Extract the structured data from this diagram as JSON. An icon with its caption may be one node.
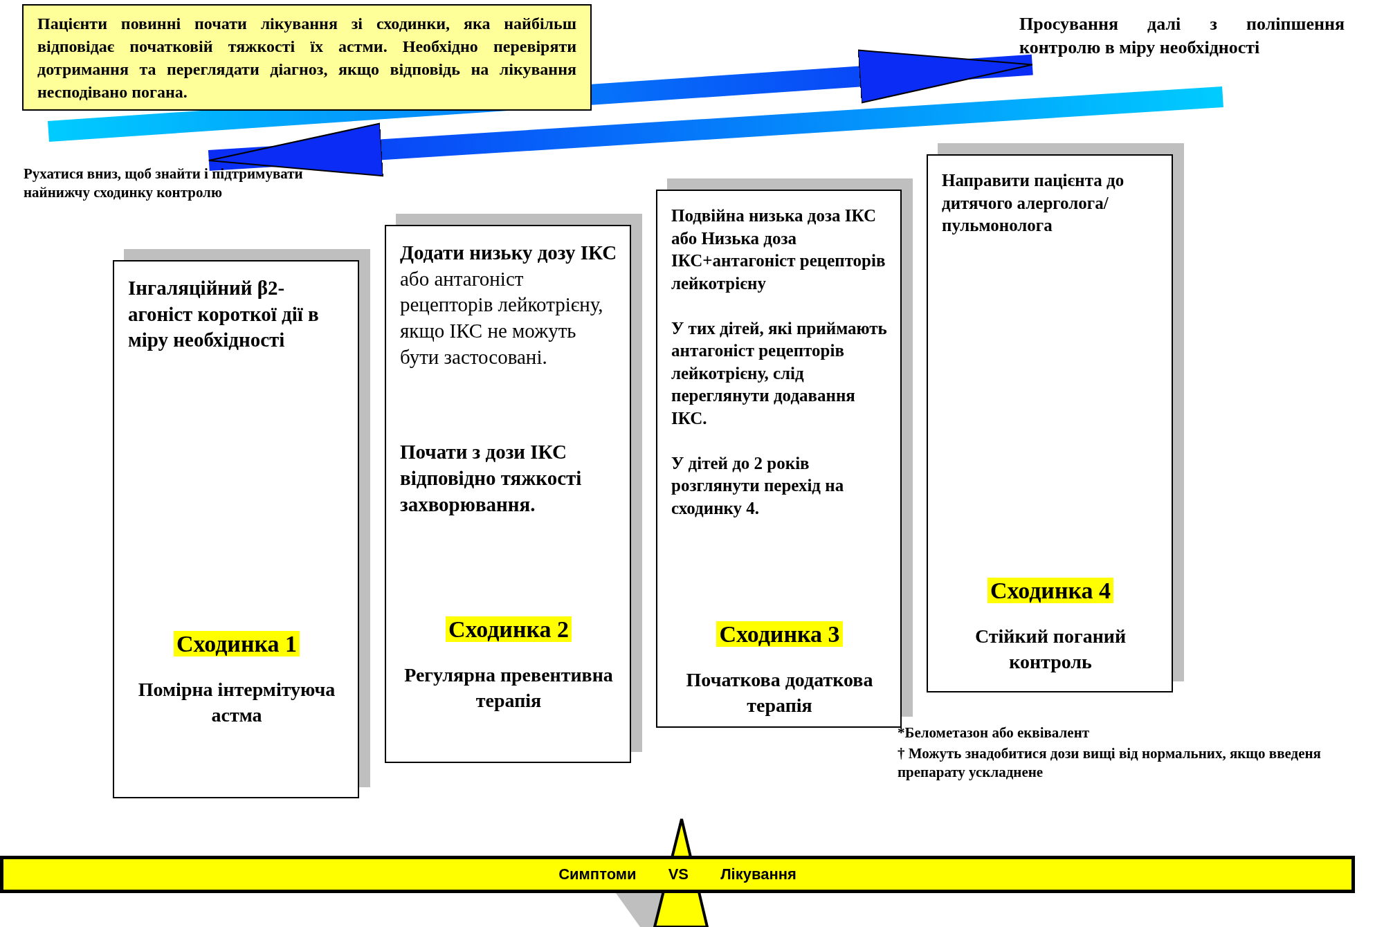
{
  "diagram": {
    "nodes": [
      {
        "text": [
          "Пацієнти повинні почати лікування зі сходинки, яка найбільш відповідає початковій тяжкості їх астми. Необхідно перевіряти дотримання та переглядати діагноз, якщо відповідь на лікування несподівано погана."
        ]
      },
      {
        "text": [
          "Просування далі з поліпшення контролю в міру необхідності"
        ]
      },
      {
        "text": [
          "Рухатися вниз, щоб знайти і підтримувати найнижчу сходинку контролю"
        ]
      },
      {
        "text": [
          "Інгаляційний β2-агоніст короткої дії в міру необхідності",
          "Сходинка 1",
          "Помірна інтермітуюча астма"
        ]
      },
      {
        "text": [
          "Додати низьку дозу ІКС",
          "або антагоніст рецепторів лейкотрієну, якщо ІКС не можуть бути застосовані.",
          "Почати з дози ІКС відповідно тяжкості захворювання.",
          "Сходинка 2",
          "Регулярна превентивна терапія"
        ]
      },
      {
        "text": [
          "Подвійна низька доза ІКС або Низька доза ІКС+антагоніст рецепторів лейкотрієну",
          "У тих дітей, які приймають антагоніст рецепторів лейкотрієну, слід переглянути додавання ІКС.",
          "У дітей до 2 років розглянути перехід на сходинку 4.",
          "Сходинка 3",
          "Початкова додаткова терапія"
        ]
      },
      {
        "text": [
          "Направити пацієнта до дитячого алерголога/ пульмонолога",
          "Сходинка 4",
          "Стійкий поганий контроль"
        ]
      },
      {
        "text": [
          "Симптоми VS Лікування"
        ]
      }
    ],
    "edges": [
      {
        "from": null,
        "to": 1,
        "arrow": "to"
      },
      {
        "from": null,
        "to": 2,
        "arrow": "to"
      }
    ],
    "labels": [
      "*Белометазон або еквівалент",
      "† Можуть знадобитися дози вищі від нормальних, якщо введеня препарату ускладнене"
    ]
  }
}
